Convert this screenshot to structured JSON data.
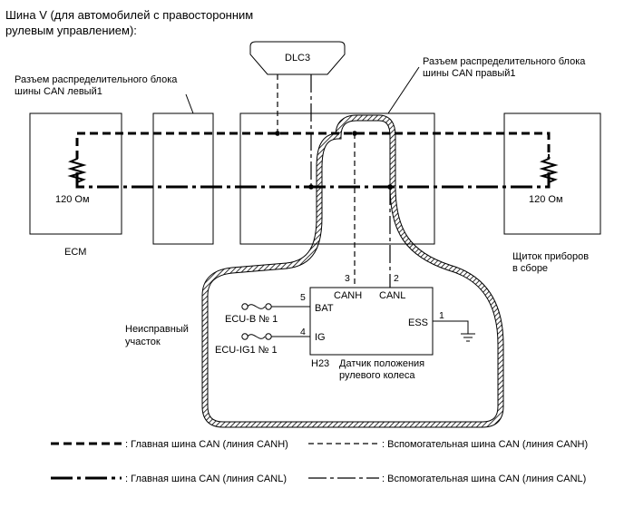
{
  "title": {
    "line1": "Шина V (для автомобилей с правосторонним",
    "line2": "рулевым управлением):"
  },
  "dlc3": {
    "label": "DLC3"
  },
  "junction_left": {
    "line1": "Разъем распределительного блока",
    "line2": "шины CAN левый1"
  },
  "junction_right": {
    "line1": "Разъем распределительного блока",
    "line2": "шины CAN правый1"
  },
  "ecm": {
    "label": "ECM",
    "resistor": "120 Ом"
  },
  "meter": {
    "line1": "Щиток приборов",
    "line2": "в сборе",
    "resistor": "120 Ом"
  },
  "sensor": {
    "code": "H23",
    "name_line1": "Датчик положения",
    "name_line2": "рулевого колеса",
    "canh": "CANH",
    "canl": "CANL",
    "pin_canh": "3",
    "pin_canl": "2",
    "bat": "BAT",
    "pin_bat": "5",
    "ig": "IG",
    "pin_ig": "4",
    "ess": "ESS",
    "pin_ess": "1"
  },
  "fuses": {
    "ecu_b": "ECU-B № 1",
    "ecu_ig1": "ECU-IG1 № 1"
  },
  "faulty": {
    "line1": "Неисправный",
    "line2": "участок"
  },
  "legend": {
    "main_canh": ": Главная шина CAN (линия CANH)",
    "sub_canh": ": Вспомогательная шина CAN (линия CANH)",
    "main_canl": ": Главная шина CAN (линия CANL)",
    "sub_canl": ": Вспомогательная шина CAN (линия CANL)"
  }
}
